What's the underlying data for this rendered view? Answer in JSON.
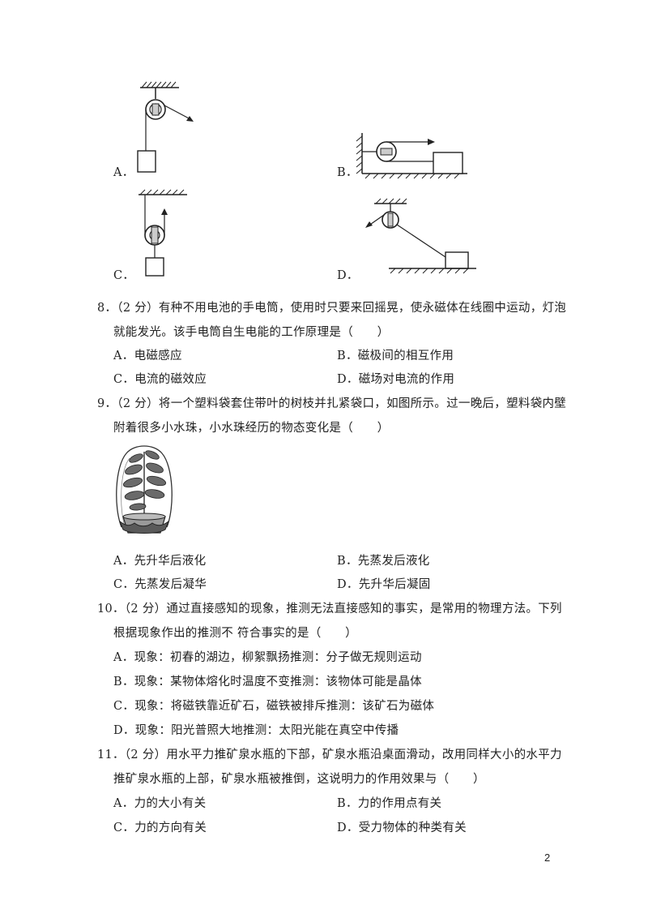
{
  "q7": {
    "option_a": "A．",
    "option_b": "B．",
    "option_c": "C．",
    "option_d": "D．"
  },
  "q8": {
    "line1": "8．（2 分）有种不用电池的手电筒，使用时只要来回摇晃，使永磁体在线圈中运动，灯泡",
    "line2": "就能发光。该手电筒自生电能的工作原理是（　　）",
    "options": [
      "A．电磁感应",
      "B．磁极间的相互作用",
      "C．电流的磁效应",
      "D．磁场对电流的作用"
    ]
  },
  "q9": {
    "line1": "9．（2 分）将一个塑料袋套住带叶的树枝并扎紧袋口，如图所示。过一晚后，塑料袋内壁",
    "line2": "附着很多小水珠，小水珠经历的物态变化是（　　）",
    "options": [
      "A．先升华后液化",
      "B．先蒸发后液化",
      "C．先蒸发后凝华",
      "D．先升华后凝固"
    ]
  },
  "q10": {
    "line1": "10．（2 分）通过直接感知的现象，推测无法直接感知的事实，是常用的物理方法。下列",
    "line2": "根据现象作出的推测不  符合事实的是（　　）",
    "options": [
      "A．现象：初春的湖边，柳絮飘扬推测：分子做无规则运动",
      "B．现象：某物体熔化时温度不变推测：该物体可能是晶体",
      "C．现象：将磁铁靠近矿石，磁铁被排斥推测：该矿石为磁体",
      "D．现象：阳光普照大地推测：太阳光能在真空中传播"
    ]
  },
  "q11": {
    "line1": "11．（2 分）用水平力推矿泉水瓶的下部，矿泉水瓶沿桌面滑动，改用同样大小的水平力",
    "line2": "推矿泉水瓶的上部，矿泉水瓶被推倒，这说明力的作用效果与（　　）",
    "options": [
      "A．力的大小有关",
      "B．力的作用点有关",
      "C．力的方向有关",
      "D．受力物体的种类有关"
    ]
  },
  "page_number": "2"
}
